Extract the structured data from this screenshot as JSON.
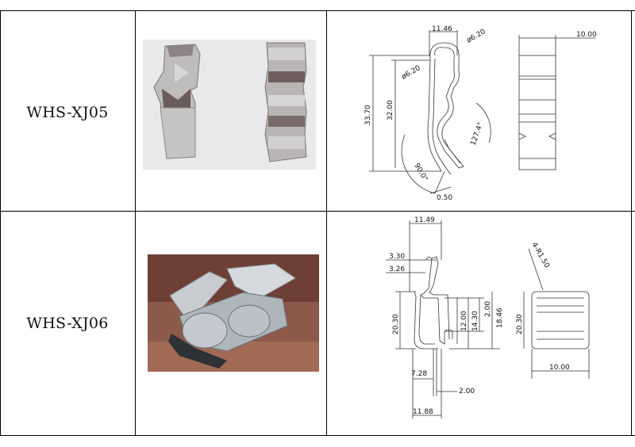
{
  "rows": [
    {
      "model": "WHS-XJ05",
      "photo_icon": "metal-clip-photo",
      "drawing_icon": "clip-technical-drawing",
      "dims": {
        "top_width": "11.46",
        "radius_top": "ø6.20",
        "radius_side": "ø6.20",
        "height_outer": "33.70",
        "height_inner": "32.00",
        "angle_right": "127.4°",
        "angle_bottom": "90.0°",
        "thickness": "0.50",
        "side_width": "10.00"
      }
    },
    {
      "model": "WHS-XJ06",
      "photo_icon": "metal-clip-photo",
      "drawing_icon": "clip-technical-drawing",
      "dims": {
        "top_width": "11.49",
        "d1": "3.30",
        "d2": "3.26",
        "height_left": "20.30",
        "h12": "12.00",
        "h14": "14.30",
        "h2": "2.00",
        "h18": "18.46",
        "w728": "7.28",
        "w2": "2.00",
        "bottom_width": "11.88",
        "radius": "4-R1.50",
        "side_height": "20.30",
        "side_width": "10.00"
      }
    }
  ]
}
